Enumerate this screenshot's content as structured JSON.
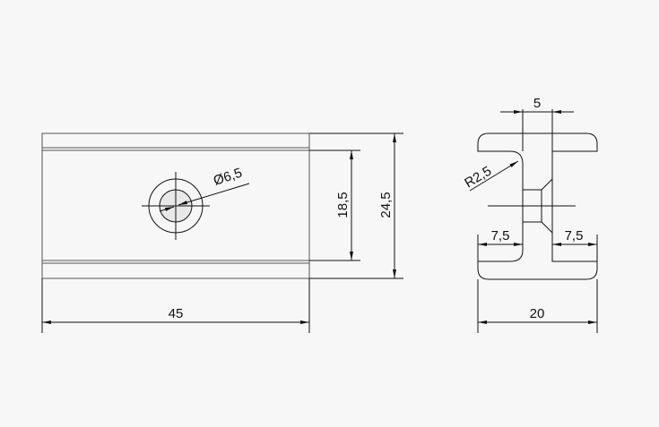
{
  "front_view": {
    "dimensions": {
      "length": "45",
      "inner_height": "18,5",
      "total_height": "24,5",
      "hole_diameter": "Ø6,5"
    }
  },
  "section_view": {
    "dimensions": {
      "web_width": "5",
      "fillet_radius": "R2,5",
      "left_overhang": "7,5",
      "right_overhang": "7,5",
      "total_width": "20"
    }
  },
  "colors": {
    "background": "#f7f7f7",
    "line": "#111111",
    "hole_fill": "#e8e8e8"
  }
}
